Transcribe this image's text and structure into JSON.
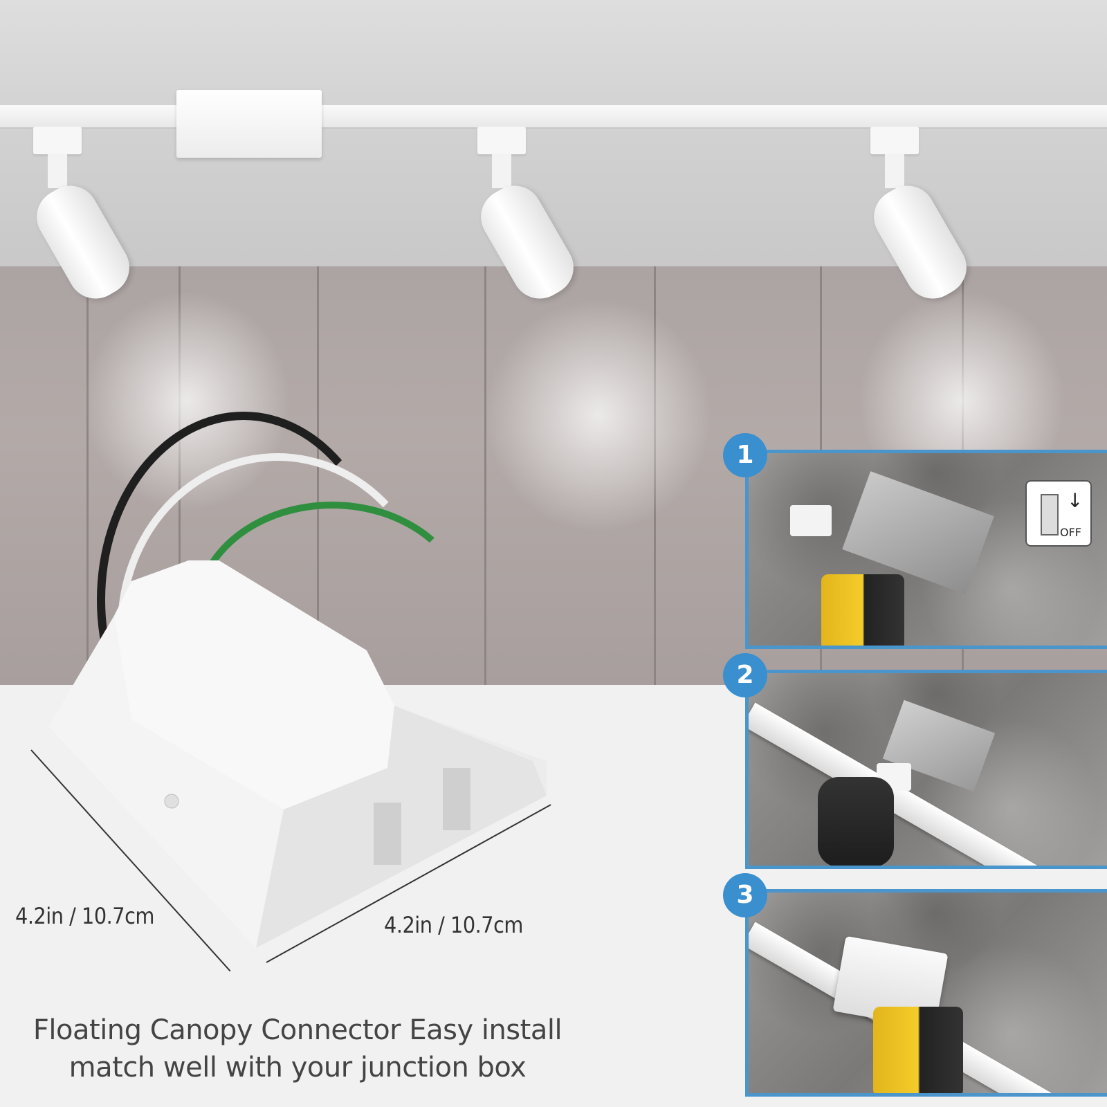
{
  "product": {
    "caption_line1": "Floating Canopy Connector Easy install",
    "caption_line2": "match well with your junction box"
  },
  "dimensions": {
    "left_label": "4.2in / 10.7cm",
    "right_label": "4.2in / 10.7cm"
  },
  "steps": [
    {
      "number": "1",
      "description_icon": "power-off-switch-icon",
      "switch_label": "OFF"
    },
    {
      "number": "2"
    },
    {
      "number": "3"
    }
  ],
  "colors": {
    "accent_blue": "#3a8fcf",
    "text_dark": "#444444",
    "background": "#f1f1f1"
  }
}
